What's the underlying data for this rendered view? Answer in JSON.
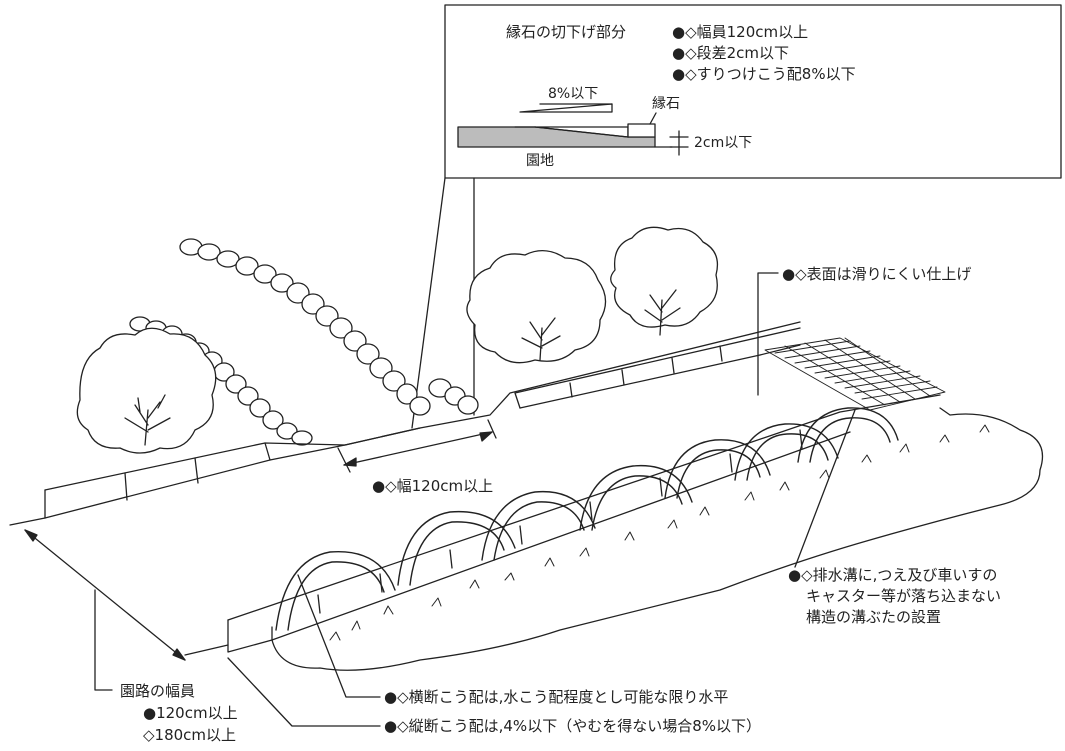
{
  "inset": {
    "title": "縁石の切下げ部分",
    "items": [
      "●◇幅員120cm以上",
      "●◇段差2cm以下",
      "●◇すりつけこう配8%以下"
    ],
    "slope_label": "8%以下",
    "curb_label": "縁石",
    "step_label": "2cm以下",
    "ground_label": "園地"
  },
  "labels": {
    "surface": "●◇表面は滑りにくい仕上げ",
    "ramp_width": "●◇幅120cm以上",
    "drain": [
      "●◇排水溝に,つえ及び車いすの",
      "キャスター等が落ち込まない",
      "構造の溝ぶたの設置"
    ],
    "path_width_title": "園路の幅員",
    "path_width_items": [
      "●120cm以上",
      "◇180cm以上"
    ],
    "cross_slope": "●◇横断こう配は,水こう配程度とし可能な限り水平",
    "long_slope": "●◇縦断こう配は,4%以下（やむを得ない場合8%以下）"
  }
}
